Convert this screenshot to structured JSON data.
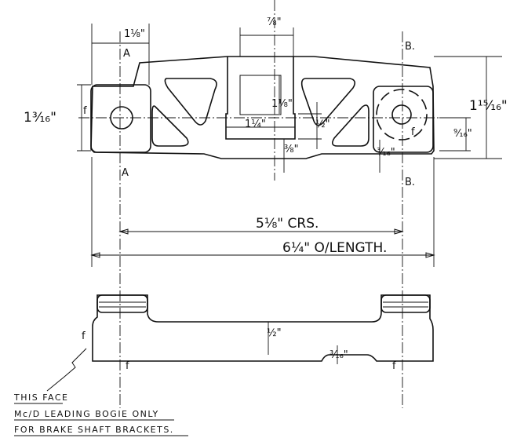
{
  "section_labels": {
    "a_top": "A",
    "a_bottom": "A",
    "b_top": "B.",
    "b_bottom": "B."
  },
  "dimensions": {
    "d_1_8": "1⅛\"",
    "d_7_8": "⅞\"",
    "d_1_3_16": "1³⁄₁₆\"",
    "d_1_15_16": "1¹⁵⁄₁₆\"",
    "d_1_1_8": "1⅛\"",
    "d_1_1_4": "1¼\"",
    "d_1_2_top": "½\"",
    "d_3_8": "⅜\"",
    "d_9_16": "⁹⁄₁₆\"",
    "d_3_16_top": "³⁄₁₆\"",
    "d_5_1_8_crs": "5⅛\" CRS.",
    "d_6_1_4_length": "6¼\" O/LENGTH.",
    "d_1_2_side": "½\"",
    "d_3_16_side": "³⁄₁₆\""
  },
  "finish_marks": [
    "f",
    "f",
    "f",
    "f",
    "f"
  ],
  "notes": [
    "THIS FACE",
    "Mc/D LEADING BOGIE ONLY",
    "FOR  BRAKE SHAFT BRACKETS."
  ]
}
